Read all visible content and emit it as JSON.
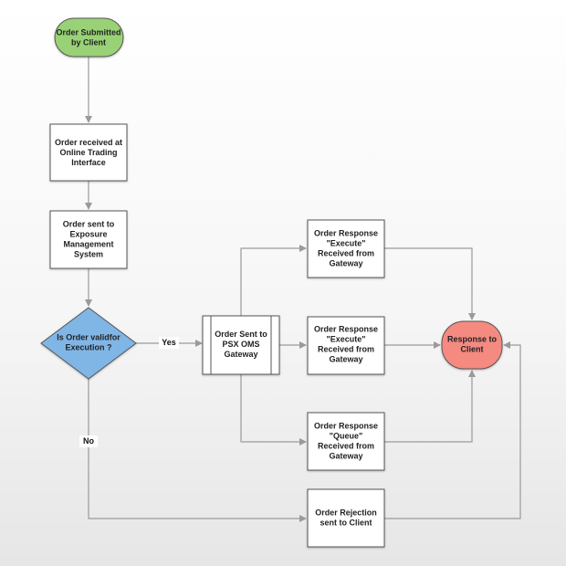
{
  "colors": {
    "start": "#99d276",
    "decision": "#7fb6e6",
    "end": "#f48a80",
    "box": "#ffffff",
    "stroke": "#555555",
    "edge": "#9a9a9a"
  },
  "nodes": {
    "start": [
      "Order Submitted",
      "by Client"
    ],
    "received": [
      "Order received at",
      "Online Trading",
      "Interface"
    ],
    "exposure": [
      "Order sent to",
      "Exposure",
      "Management",
      "System"
    ],
    "decision": [
      "Is Order validfor",
      "Execution ?"
    ],
    "gateway": [
      "Order Sent to",
      "PSX OMS",
      "Gateway"
    ],
    "resp_exec_1": [
      "Order Response",
      "\"Execute\"",
      "Received from",
      "Gateway"
    ],
    "resp_exec_2": [
      "Order Response",
      "\"Execute\"",
      "Received from",
      "Gateway"
    ],
    "resp_queue": [
      "Order Response",
      "\"Queue\"",
      "Received from",
      "Gateway"
    ],
    "rejection": [
      "Order Rejection",
      "sent to Client"
    ],
    "response": [
      "Response to",
      "Client"
    ]
  },
  "edge_labels": {
    "yes": "Yes",
    "no": "No"
  }
}
